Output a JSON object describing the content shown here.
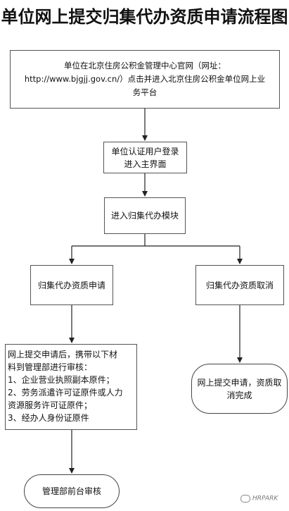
{
  "title": "单位网上提交归集代办资质申请流程图",
  "steps": {
    "step1": {
      "line1": "单位在北京住房公积金管理中心官网（网址：",
      "line2": "http://www.bjgjj.gov.cn/）点击并进入北京住房公积金单位网上业",
      "line3": "务平台"
    },
    "step2": {
      "line1": "单位认证用户登录",
      "line2": "进入主界面"
    },
    "step3": {
      "label": "进入归集代办模块"
    },
    "branch_left": {
      "label": "归集代办资质申请"
    },
    "branch_right": {
      "label": "归集代办资质取消"
    },
    "materials": {
      "line1": "网上提交申请后，携带以下材",
      "line2": "料到管理部进行审核：",
      "line3": "1、企业营业执照副本原件；",
      "line4": "2、劳务派遣许可证原件或人力",
      "line5": "资源服务许可证原件；",
      "line6": "3、经办人身份证原件"
    },
    "cancel_done": {
      "line1": "网上提交申请，资质取",
      "line2": "消完成"
    },
    "review": {
      "label": "管理部前台审核"
    }
  },
  "watermark": {
    "text": "HRPARK"
  }
}
